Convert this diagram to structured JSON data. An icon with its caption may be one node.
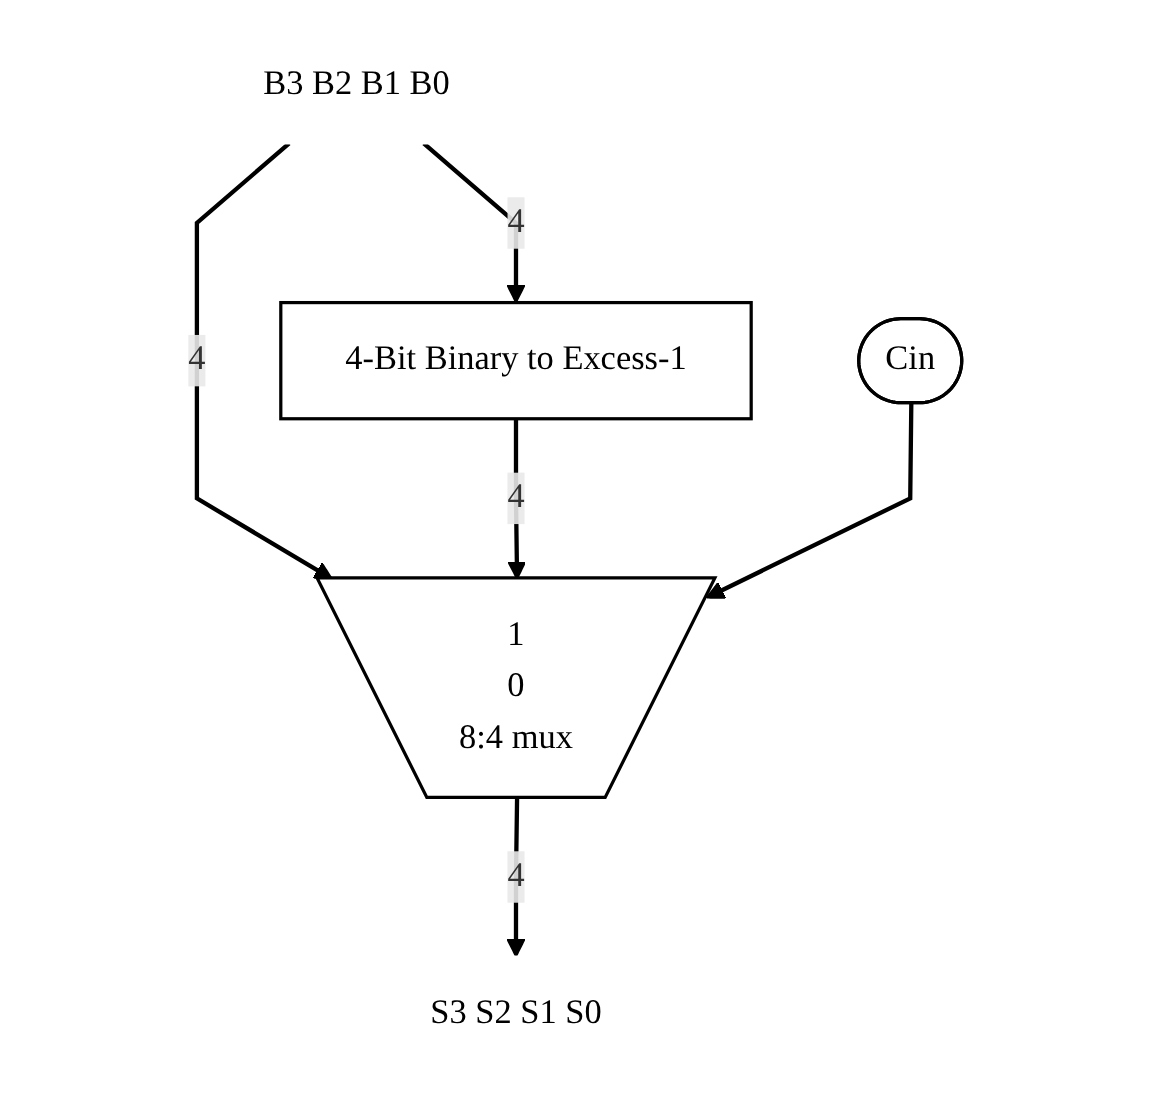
{
  "diagram": {
    "nodes": [
      {
        "text": [
          "B3 B2 B1 B0"
        ]
      },
      {
        "text": [
          "4-Bit Binary to Excess-1"
        ]
      },
      {
        "text": [
          "1",
          "0",
          "8:4 mux"
        ]
      },
      {
        "text": [
          "Cin"
        ]
      },
      {
        "text": [
          "S3 S2 S1 S0"
        ]
      }
    ],
    "edges": [
      {
        "from": 0,
        "to": 1,
        "arrow": "to",
        "label": "4"
      },
      {
        "from": 0,
        "to": 2,
        "arrow": "to",
        "label": "4"
      },
      {
        "from": 1,
        "to": 2,
        "arrow": "to",
        "label": "4"
      },
      {
        "from": 3,
        "to": 2,
        "arrow": "to"
      },
      {
        "from": 2,
        "to": 4,
        "arrow": "to",
        "label": "4"
      }
    ]
  }
}
